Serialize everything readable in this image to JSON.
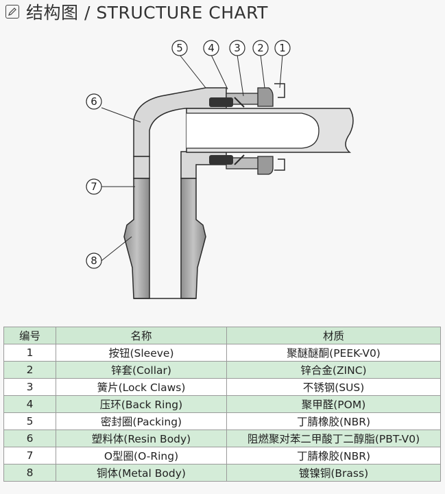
{
  "header": {
    "title": "结构图 / STRUCTURE CHART",
    "icon": "pencil-icon"
  },
  "diagram": {
    "callouts": [
      "1",
      "2",
      "3",
      "4",
      "5",
      "6",
      "7",
      "8"
    ]
  },
  "table": {
    "headers": [
      "编号",
      "名称",
      "材质"
    ],
    "rows": [
      {
        "no": "1",
        "name": "按钮(Sleeve)",
        "material": "聚醚醚酮(PEEK-V0)"
      },
      {
        "no": "2",
        "name": "锌套(Collar)",
        "material": "锌合金(ZINC)"
      },
      {
        "no": "3",
        "name": "簧片(Lock Claws)",
        "material": "不锈钢(SUS)"
      },
      {
        "no": "4",
        "name": "压环(Back Ring)",
        "material": "聚甲醛(POM)"
      },
      {
        "no": "5",
        "name": "密封圈(Packing)",
        "material": "丁腈橡胶(NBR)"
      },
      {
        "no": "6",
        "name": "塑料体(Resin Body)",
        "material": "阻燃聚对苯二甲酸丁二醇脂(PBT-V0)"
      },
      {
        "no": "7",
        "name": "O型圈(O-Ring)",
        "material": "丁腈橡胶(NBR)"
      },
      {
        "no": "8",
        "name": "铜体(Metal Body)",
        "material": "镀镍铜(Brass)"
      }
    ]
  },
  "colors": {
    "table_header": "#cfe9d3",
    "table_stripe": "#d4ecd8",
    "line": "#2a2a2a"
  }
}
